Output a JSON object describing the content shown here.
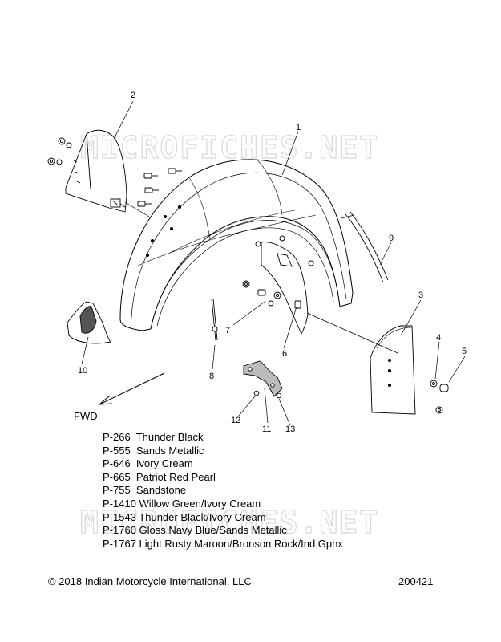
{
  "watermark": "MICROFICHES.NET",
  "direction_label": "FWD",
  "callouts": [
    "1",
    "2",
    "3",
    "4",
    "5",
    "6",
    "7",
    "8",
    "9",
    "10",
    "11",
    "12",
    "13"
  ],
  "colors": [
    "P-266  Thunder Black",
    "P-555  Sands Metallic",
    "P-646  Ivory Cream",
    "P-665  Patriot Red Pearl",
    "P-755  Sandstone",
    "P-1410 Willow Green/Ivory Cream",
    "P-1543 Thunder Black/Ivory Cream",
    "P-1760 Gloss Navy Blue/Sands Metallic",
    "P-1767 Light Rusty Maroon/Bronson Rock/Ind Gphx"
  ],
  "copyright": "© 2018 Indian Motorcycle International, LLC",
  "document_number": "200421"
}
